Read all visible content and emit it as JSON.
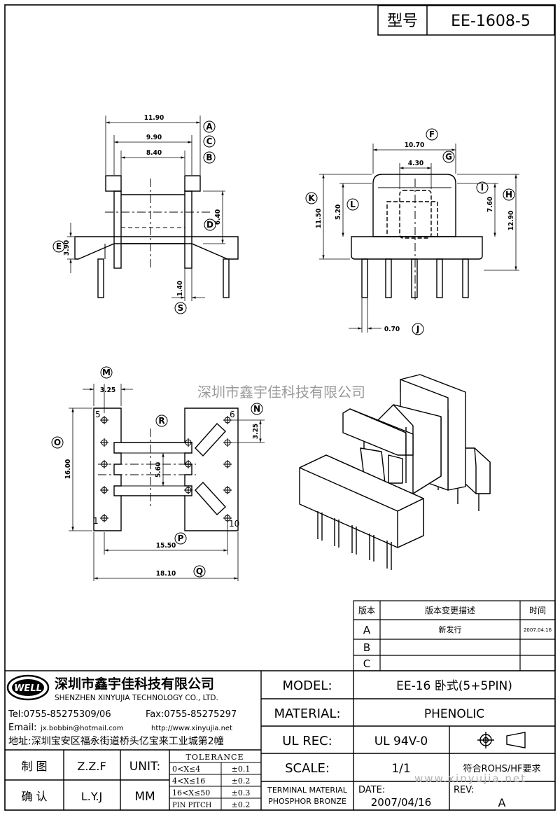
{
  "header": {
    "model_label": "型号",
    "model_value": "EE-1608-5"
  },
  "watermark_top": "深圳市鑫宇佳科技有限公司",
  "watermark_bottom": "www.xinyujia.net",
  "front_view": {
    "dims": [
      "11.90",
      "9.90",
      "8.40",
      "6.40",
      "3.90",
      "1.40"
    ],
    "labels": [
      "A",
      "C",
      "B",
      "D",
      "E",
      "S"
    ]
  },
  "side_view": {
    "dims": [
      "10.70",
      "4.30",
      "11.50",
      "5.20",
      "7.60",
      "12.90",
      "0.70"
    ],
    "labels": [
      "F",
      "G",
      "K",
      "L",
      "I",
      "H",
      "J"
    ]
  },
  "bottom_view": {
    "dims": [
      "3.25",
      "3.25",
      "16.00",
      "5.60",
      "15.50",
      "18.10"
    ],
    "labels": [
      "M",
      "N",
      "O",
      "R",
      "P",
      "Q"
    ],
    "pins": [
      "5",
      "6",
      "1",
      "10"
    ]
  },
  "revision_table": {
    "headers": [
      "版本",
      "版本变更描述",
      "时间"
    ],
    "rows": [
      {
        "ver": "A",
        "desc": "新发行",
        "date": "2007.04.16"
      },
      {
        "ver": "B",
        "desc": "",
        "date": ""
      },
      {
        "ver": "C",
        "desc": "",
        "date": ""
      }
    ]
  },
  "company": {
    "logo_text": "WELL",
    "name_cn": "深圳市鑫宇佳科技有限公司",
    "name_en": "SHENZHEN XINYUJIA TECHNOLOGY CO., LTD.",
    "tel": "Tel:0755-85275309/06",
    "fax": "Fax:0755-85275297",
    "email_label": "Email:",
    "email": "jx.bobbin@hotmail.com",
    "web": "http://www.xinyujia.net",
    "address": "地址:深圳宝安区福永街道桥头亿宝来工业城第2幢"
  },
  "title_block": {
    "model_label": "MODEL:",
    "model_value": "EE-16 卧式(5+5PIN)",
    "material_label": "MATERIAL:",
    "material_value": "PHENOLIC",
    "ulrec_label": "UL REC:",
    "ulrec_value": "UL 94V-0",
    "scale_label": "SCALE:",
    "scale_value": "1/1",
    "rohs": "符合ROHS/HF要求",
    "drawn_label": "制 图",
    "drawn_value": "Z.Z.F",
    "check_label": "确 认",
    "check_value": "L.Y.J",
    "unit_label": "UNIT:",
    "unit_value": "MM",
    "tolerance_title": "TOLERANCE",
    "tolerance_rows": [
      {
        "range": "0<X≤4",
        "tol": "±0.1"
      },
      {
        "range": "4<X≤16",
        "tol": "±0.2"
      },
      {
        "range": "16<X≤50",
        "tol": "±0.3"
      },
      {
        "range": "PIN PITCH",
        "tol": "±0.2"
      }
    ],
    "terminal_label": "TERMINAL MATERIAL",
    "terminal_value": "PHOSPHOR BRONZE",
    "date_label": "DATE:",
    "date_value": "2007/04/16",
    "rev_label": "REV:",
    "rev_value": "A"
  }
}
